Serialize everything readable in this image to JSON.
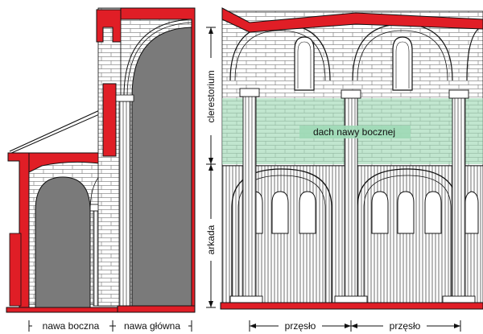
{
  "labels": {
    "nawa_boczna": "nawa boczna",
    "nawa_glowna": "nawa główna",
    "przeslo_1": "przęsło",
    "przeslo_2": "przęsło",
    "clerestorium": "clerestorium",
    "arkada": "arkada",
    "dach_nawy_bocznej": "dach nawy bocznej"
  },
  "colors": {
    "wall_section": "#e01e26",
    "void": "#7a7a7a",
    "roof_band": "#9fd9b6",
    "line": "#111111",
    "background": "#ffffff"
  }
}
